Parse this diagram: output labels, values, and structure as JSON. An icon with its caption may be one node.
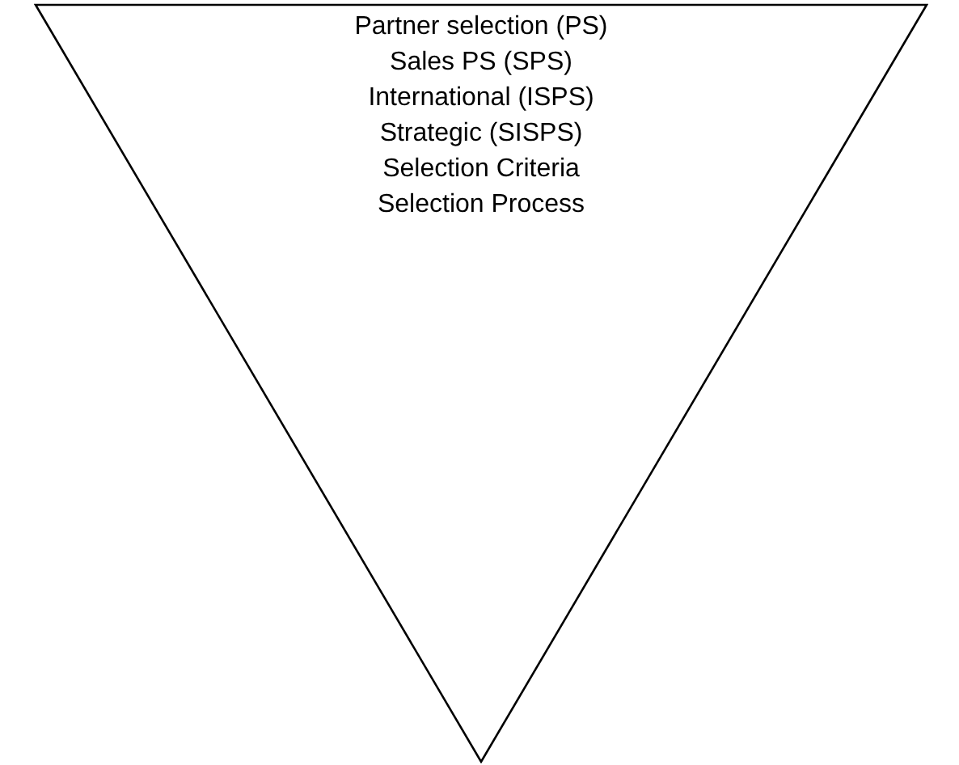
{
  "diagram": {
    "nodes": [
      {
        "text": [
          "Partner selection (PS)",
          "Sales PS (SPS)",
          "International (ISPS)",
          "Strategic (SISPS)",
          "Selection Criteria",
          "Selection Process"
        ]
      }
    ]
  }
}
